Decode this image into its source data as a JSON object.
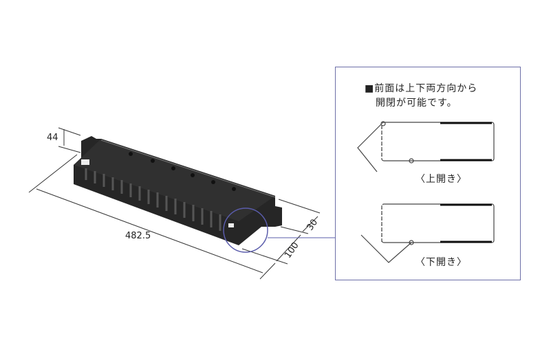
{
  "dimensions": {
    "height": "44",
    "length": "482.5",
    "depth_front": "30",
    "depth": "100"
  },
  "inset": {
    "heading_line1": "■前面は上下両方向から",
    "heading_line2": "開閉が可能です。",
    "caption_top": "〈上開き〉",
    "caption_bottom": "〈下開き〉"
  },
  "colors": {
    "product": "#262626",
    "callout": "#5a5cab",
    "line": "#333333"
  }
}
